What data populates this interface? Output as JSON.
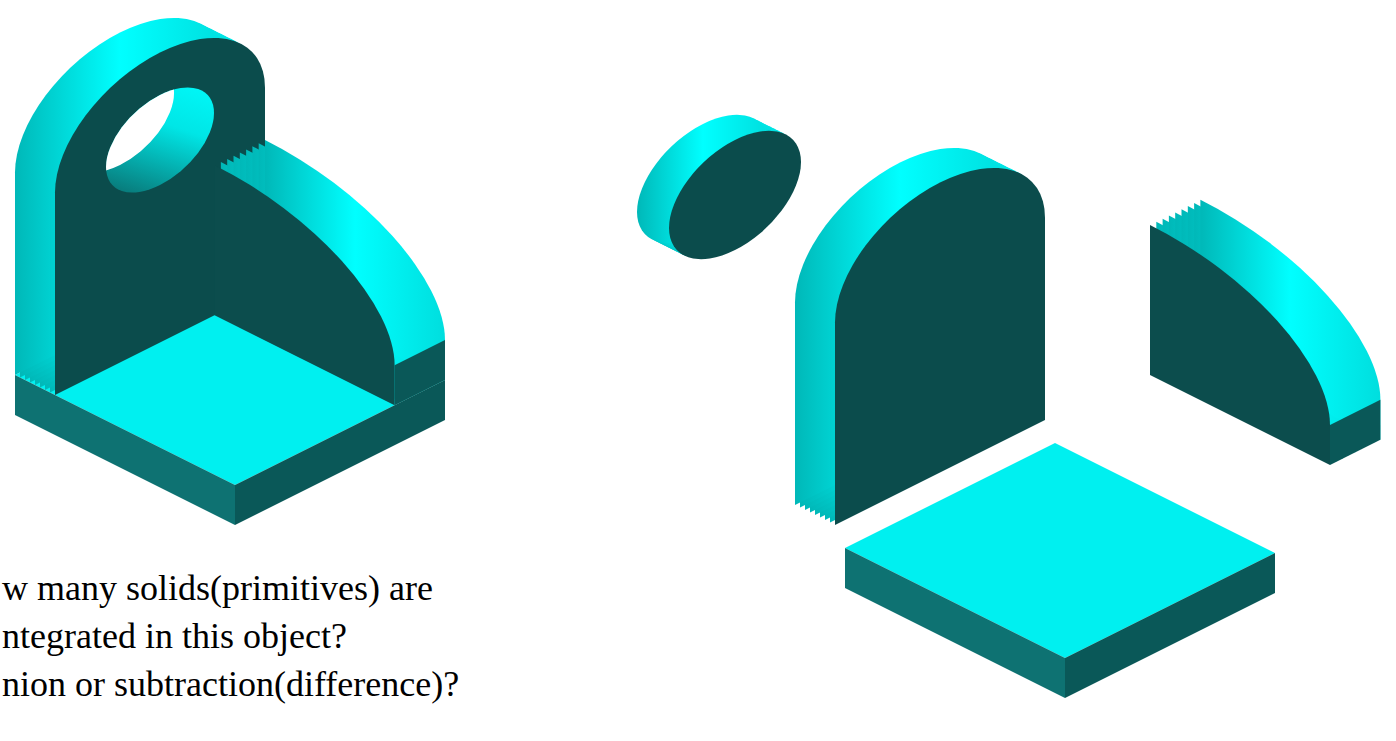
{
  "diagram": {
    "labels": [
      "w many solids(primitives) are",
      "ntegrated in this object?",
      "nion or subtraction(difference)?"
    ]
  }
}
